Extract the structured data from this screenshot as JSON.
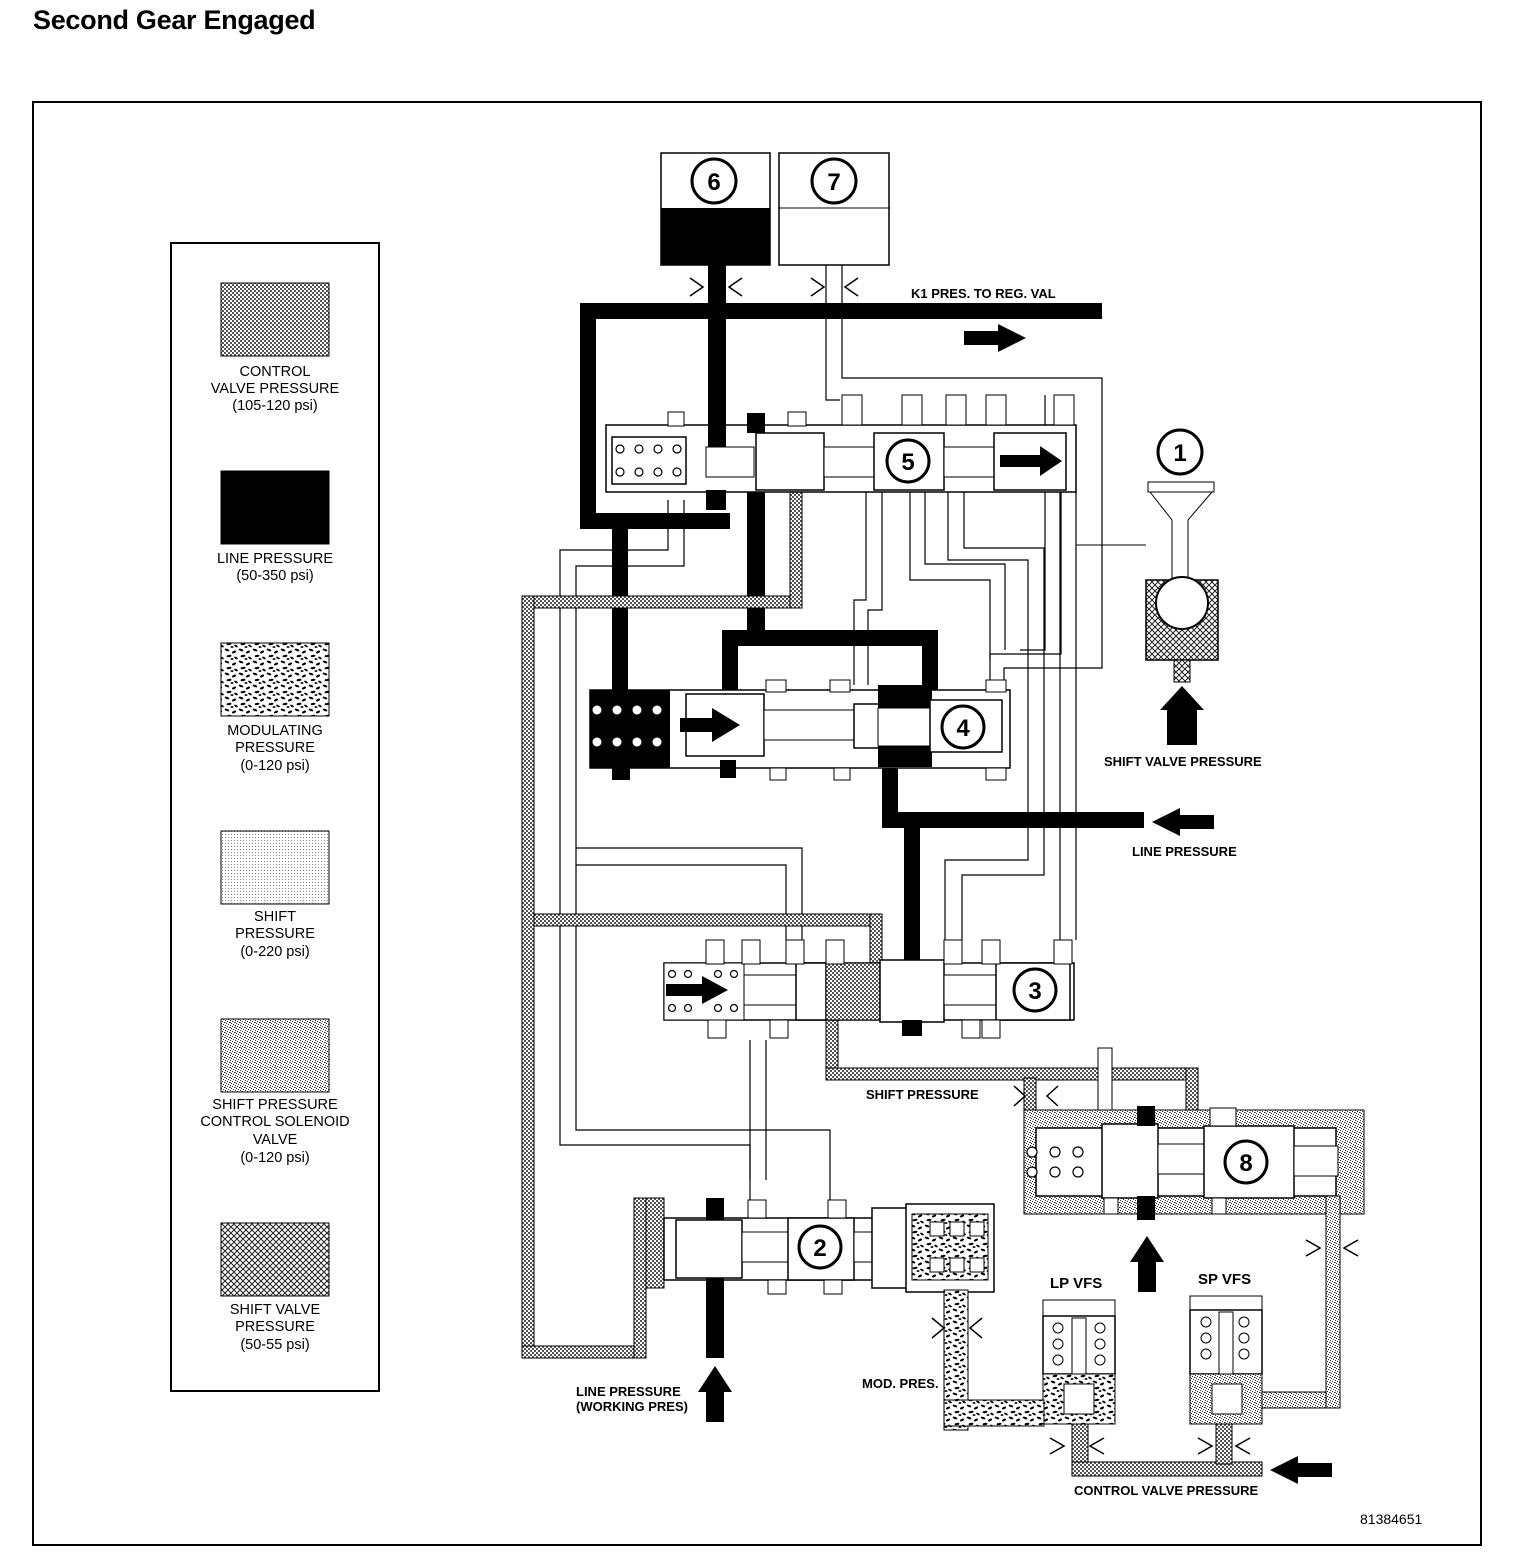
{
  "title": "Second Gear Engaged",
  "figure_id": "81384651",
  "legend": [
    {
      "key": "control",
      "label": [
        "CONTROL",
        "VALVE PRESSURE",
        "(105-120 psi)"
      ]
    },
    {
      "key": "line",
      "label": [
        "LINE PRESSURE",
        "(50-350 psi)"
      ]
    },
    {
      "key": "modulating",
      "label": [
        "MODULATING",
        "PRESSURE",
        "(0-120 psi)"
      ]
    },
    {
      "key": "shift",
      "label": [
        "SHIFT",
        "PRESSURE",
        "(0-220 psi)"
      ]
    },
    {
      "key": "solenoid",
      "label": [
        "SHIFT PRESSURE",
        "CONTROL SOLENOID",
        "VALVE",
        "(0-120 psi)"
      ]
    },
    {
      "key": "shiftvalve",
      "label": [
        "SHIFT VALVE",
        "PRESSURE",
        "(50-55 psi)"
      ]
    }
  ],
  "components": [
    "1",
    "2",
    "3",
    "4",
    "5",
    "6",
    "7",
    "8"
  ],
  "labels": {
    "k1": "K1 PRES. TO REG. VAL",
    "shift_valve_pressure": "SHIFT VALVE PRESSURE",
    "line_pressure": "LINE PRESSURE",
    "shift_pressure": "SHIFT  PRESSURE",
    "line_pressure_working_1": "LINE PRESSURE",
    "line_pressure_working_2": "(WORKING PRES)",
    "mod_pres": "MOD. PRES.",
    "lp_vfs": "LP VFS",
    "sp_vfs": "SP VFS",
    "control_valve_pressure": "CONTROL VALVE PRESSURE"
  }
}
